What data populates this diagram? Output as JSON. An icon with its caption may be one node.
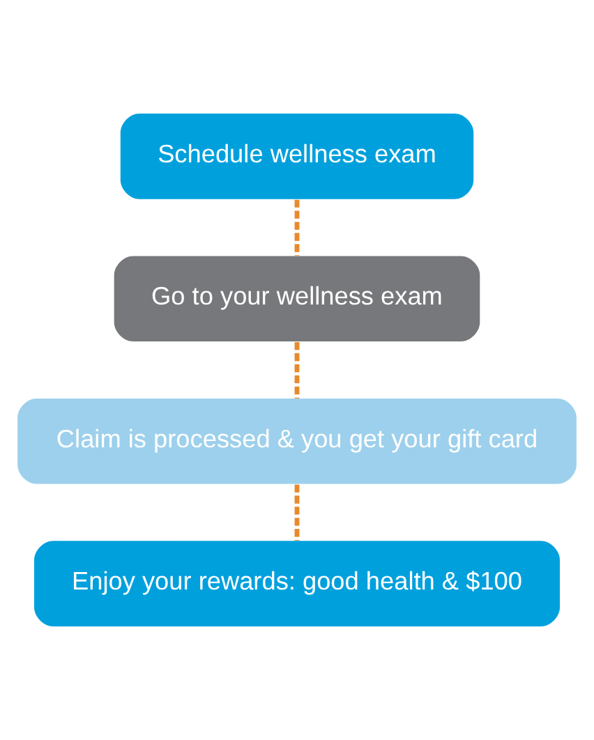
{
  "diagram": {
    "nodes": [
      {
        "text": [
          "Schedule wellness exam"
        ]
      },
      {
        "text": [
          "Go to your wellness exam"
        ]
      },
      {
        "text": [
          "Claim is processed & you get your gift card"
        ]
      },
      {
        "text": [
          "Enjoy your rewards: good health & $100"
        ]
      }
    ],
    "edges": [
      {
        "from": 0,
        "to": 1,
        "arrow": "none",
        "style": "dashed"
      },
      {
        "from": 1,
        "to": 2,
        "arrow": "none",
        "style": "dashed"
      },
      {
        "from": 2,
        "to": 3,
        "arrow": "none",
        "style": "dashed"
      }
    ]
  }
}
